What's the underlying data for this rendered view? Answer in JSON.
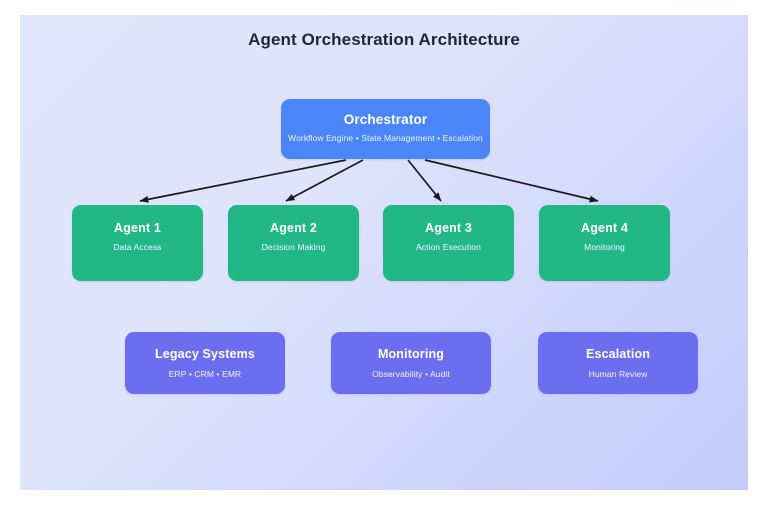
{
  "diagram": {
    "title": "Agent Orchestration Architecture",
    "orchestrator": {
      "title": "Orchestrator",
      "subtitle": "Workflow Engine • State Management • Escalation",
      "color": "#4a86f7"
    },
    "agents": [
      {
        "title": "Agent 1",
        "subtitle": "Data Access",
        "color": "#22b885"
      },
      {
        "title": "Agent 2",
        "subtitle": "Decision Making",
        "color": "#22b885"
      },
      {
        "title": "Agent 3",
        "subtitle": "Action Execution",
        "color": "#22b885"
      },
      {
        "title": "Agent 4",
        "subtitle": "Monitoring",
        "color": "#22b885"
      }
    ],
    "support": [
      {
        "title": "Legacy Systems",
        "subtitle": "ERP • CRM • EMR",
        "color": "#6c6ef0"
      },
      {
        "title": "Monitoring",
        "subtitle": "Observability • Audit",
        "color": "#6c6ef0"
      },
      {
        "title": "Escalation",
        "subtitle": "Human Review",
        "color": "#6c6ef0"
      }
    ],
    "connectors": [
      {
        "from": "orchestrator",
        "to": "agent-1",
        "style": "arrow"
      },
      {
        "from": "orchestrator",
        "to": "agent-2",
        "style": "arrow"
      },
      {
        "from": "orchestrator",
        "to": "agent-3",
        "style": "arrow"
      },
      {
        "from": "orchestrator",
        "to": "agent-4",
        "style": "arrow"
      }
    ],
    "background": {
      "gradient_from": "#e2e6fb",
      "gradient_to": "#c4ccfb"
    },
    "arrow_color": "#1a1a1a",
    "title_color": "#1f2738"
  }
}
